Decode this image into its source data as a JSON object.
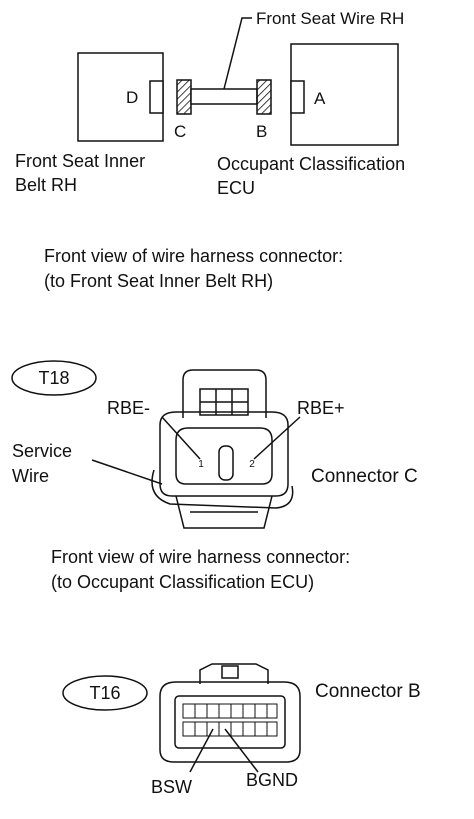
{
  "top": {
    "wire_label": "Front Seat Wire RH",
    "belt_box_letter": "D",
    "ecu_box_letter": "A",
    "conn_c_letter": "C",
    "conn_b_letter": "B",
    "belt_name_line1": "Front Seat Inner",
    "belt_name_line2": "Belt RH",
    "ecu_name_line1": "Occupant Classification",
    "ecu_name_line2": "ECU"
  },
  "section1": {
    "caption_line1": "Front view of wire harness connector:",
    "caption_line2": "(to Front Seat Inner Belt RH)",
    "badge": "T18",
    "rbe_minus": "RBE-",
    "rbe_plus": "RBE+",
    "service_line1": "Service",
    "service_line2": "Wire",
    "connector": "Connector C",
    "pin_left": "1",
    "pin_right": "2"
  },
  "section2": {
    "caption_line1": "Front view of wire harness connector:",
    "caption_line2": "(to Occupant Classification ECU)",
    "badge": "T16",
    "connector": "Connector B",
    "bsw": "BSW",
    "bgnd": "BGND"
  },
  "colors": {
    "ink": "#111111",
    "background": "#ffffff"
  }
}
